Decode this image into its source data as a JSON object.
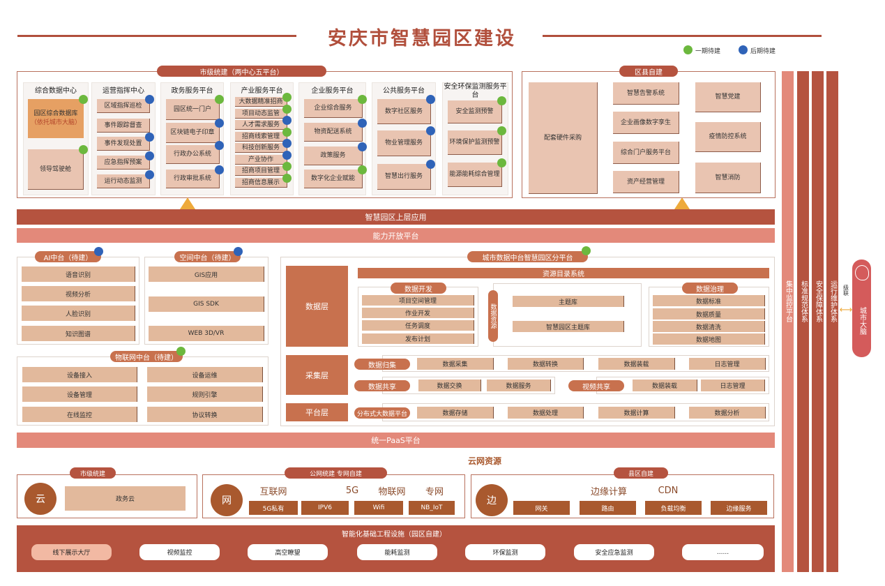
{
  "title": "安庆市智慧园区建设",
  "legend": {
    "phase1": "一期待建",
    "phase2": "后期待建",
    "colors": {
      "phase1": "#6cb83e",
      "phase2": "#2f63b8"
    }
  },
  "city_built": {
    "label": "市级统建（两中心五平台）",
    "columns": [
      {
        "title": "综合数据中心",
        "items": [
          {
            "label": "园区综合数据库",
            "note": "（依托城市大脑）",
            "phase": "1"
          },
          {
            "label": "领导驾驶舱",
            "phase": "1"
          }
        ]
      },
      {
        "title": "运营指挥中心",
        "items": [
          {
            "label": "区域指挥巡检",
            "phase": "2"
          },
          {
            "label": "事件跟踪督查"
          },
          {
            "label": "事件发现处置",
            "phase": "2"
          },
          {
            "label": "应急指挥预案",
            "phase": "2"
          },
          {
            "label": "运行动态监测",
            "phase": "2"
          }
        ]
      },
      {
        "title": "政务服务平台",
        "items": [
          {
            "label": "园区统一门户",
            "phase": "1"
          },
          {
            "label": "区块链电子印章",
            "phase": "2"
          },
          {
            "label": "行政办公系统",
            "phase": "2"
          },
          {
            "label": "行政审批系统",
            "phase": "2"
          }
        ]
      },
      {
        "title": "产业服务平台",
        "items": [
          {
            "label": "大数据精准招商",
            "phase": "1"
          },
          {
            "label": "项目动态监管",
            "phase": "1"
          },
          {
            "label": "人才需求服务",
            "phase": "2"
          },
          {
            "label": "招商线索管理",
            "phase": "1"
          },
          {
            "label": "科技创新服务",
            "phase": "2"
          },
          {
            "label": "产业协作",
            "phase": "2"
          },
          {
            "label": "招商项目管理",
            "phase": "1"
          },
          {
            "label": "招商信息展示",
            "phase": "1"
          }
        ]
      },
      {
        "title": "企业服务平台",
        "items": [
          {
            "label": "企业综合服务",
            "phase": "1"
          },
          {
            "label": "物资配送系统",
            "phase": "2"
          },
          {
            "label": "政策服务",
            "phase": "2"
          },
          {
            "label": "数字化企业赋能",
            "phase": "1"
          }
        ]
      },
      {
        "title": "公共服务平台",
        "items": [
          {
            "label": "数字社区服务",
            "phase": "2"
          },
          {
            "label": "物业管理服务",
            "phase": "2"
          },
          {
            "label": "智慧出行服务",
            "phase": "2"
          }
        ]
      },
      {
        "title": "安全环保监测服务平台",
        "items": [
          {
            "label": "安全监测预警",
            "phase": "1"
          },
          {
            "label": "环境保护监测预警",
            "phase": "1"
          },
          {
            "label": "能源能耗综合管理",
            "phase": "1"
          }
        ]
      }
    ]
  },
  "county_built": {
    "label": "区县自建",
    "hardware": "配套硬件采购",
    "middle": [
      "智慧告警系统",
      "企业画像数字孪生",
      "综合门户服务平台",
      "资产经营管理"
    ],
    "right": [
      "智慧党建",
      "疫情防控系统",
      "智慧消防"
    ]
  },
  "bars": {
    "upper_app": "智慧园区上层应用",
    "open_platform": "能力开放平台",
    "paas": "统一PaaS平台"
  },
  "side_systems": [
    "集中监控平台",
    "标准规范体系",
    "安全保障体系",
    "运行维护体系"
  ],
  "cascade": "级联",
  "city_brain": "城市大脑",
  "ai": {
    "label": "AI中台（待建）",
    "items": [
      "语音识别",
      "视频分析",
      "人脸识别",
      "知识图谱"
    ]
  },
  "spatial": {
    "label": "空间中台（待建）",
    "items": [
      "GIS应用",
      "GIS SDK",
      "WEB 3D/VR"
    ]
  },
  "iot": {
    "label": "物联网中台（待建）",
    "left": [
      "设备接入",
      "设备管理",
      "在线监控"
    ],
    "right": [
      "设备运维",
      "规则引擎",
      "协议转换"
    ]
  },
  "data_platform": {
    "label": "城市数据中台智慧园区分平台",
    "layers": [
      "数据层",
      "采集层",
      "平台层"
    ],
    "catalog": "资源目录系统",
    "dev": {
      "label": "数据开发",
      "items": [
        "项目空间管理",
        "作业开发",
        "任务调度",
        "发布计划"
      ]
    },
    "resources": {
      "label": "数据资源",
      "items": [
        "主题库",
        "智慧园区主题库"
      ]
    },
    "governance": {
      "label": "数据治理",
      "items": [
        "数据标准",
        "数据质量",
        "数据清洗",
        "数据地图"
      ]
    },
    "collect": {
      "label": "数据归集",
      "items": [
        "数据采集",
        "数据转换",
        "数据装载",
        "日志管理"
      ]
    },
    "share": {
      "label": "数据共享",
      "items": [
        "数据交换",
        "数据服务"
      ]
    },
    "video": {
      "label": "视频共享",
      "items": [
        "数据装载",
        "日志管理"
      ]
    },
    "bigdata": {
      "label": "分布式大数据平台",
      "items": [
        "数据存储",
        "数据处理",
        "数据计算",
        "数据分析"
      ]
    }
  },
  "cloud_net": {
    "title": "云网资源",
    "city": {
      "label": "市级统建",
      "circle": "云",
      "item": "政务云"
    },
    "net": {
      "label": "公网统建 专网自建",
      "circle": "网",
      "heads": [
        "互联网",
        "5G",
        "物联网",
        "专网"
      ],
      "items": [
        "5G私有",
        "IPV6",
        "Wifi",
        "NB_IoT"
      ]
    },
    "edge": {
      "label": "县区自建",
      "circle": "边",
      "heads": [
        "边缘计算",
        "CDN"
      ],
      "items": [
        "网关",
        "路由",
        "负载均衡",
        "边缘服务"
      ]
    }
  },
  "infra": {
    "label": "智能化基础工程设施（园区自建）",
    "items": [
      "线下展示大厅",
      "视频监控",
      "高空瞭望",
      "能耗监测",
      "环保监测",
      "安全应急监测",
      "......"
    ]
  }
}
